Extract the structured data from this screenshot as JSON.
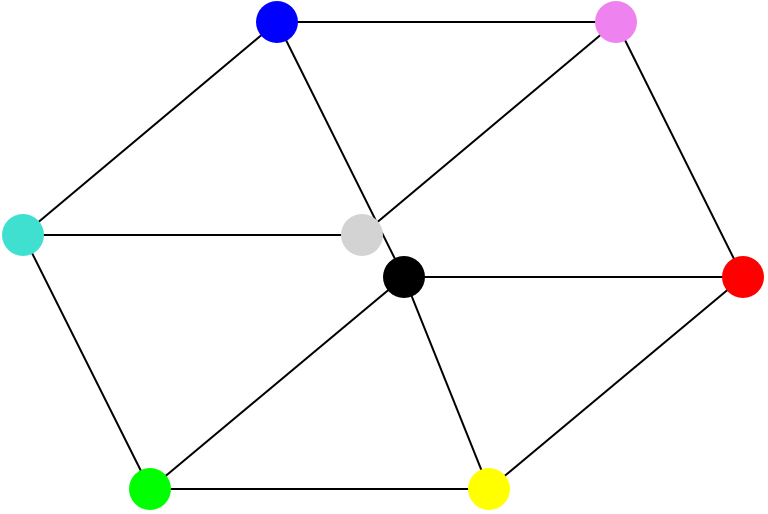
{
  "graph": {
    "nodes": [
      {
        "id": "blue",
        "color": "#0000ff"
      },
      {
        "id": "violet",
        "color": "#ee82ee"
      },
      {
        "id": "turquoise",
        "color": "#40e0d0"
      },
      {
        "id": "lightgray",
        "color": "#d3d3d3"
      },
      {
        "id": "black",
        "color": "#000000"
      },
      {
        "id": "red",
        "color": "#ff0000"
      },
      {
        "id": "green",
        "color": "#00ff00"
      },
      {
        "id": "yellow",
        "color": "#ffff00"
      }
    ],
    "edges": [
      [
        "blue",
        "violet"
      ],
      [
        "blue",
        "turquoise"
      ],
      [
        "blue",
        "black"
      ],
      [
        "violet",
        "lightgray"
      ],
      [
        "violet",
        "red"
      ],
      [
        "turquoise",
        "lightgray"
      ],
      [
        "turquoise",
        "green"
      ],
      [
        "black",
        "red"
      ],
      [
        "black",
        "green"
      ],
      [
        "black",
        "yellow"
      ],
      [
        "red",
        "yellow"
      ],
      [
        "green",
        "yellow"
      ]
    ],
    "edge_color": "#000000"
  }
}
